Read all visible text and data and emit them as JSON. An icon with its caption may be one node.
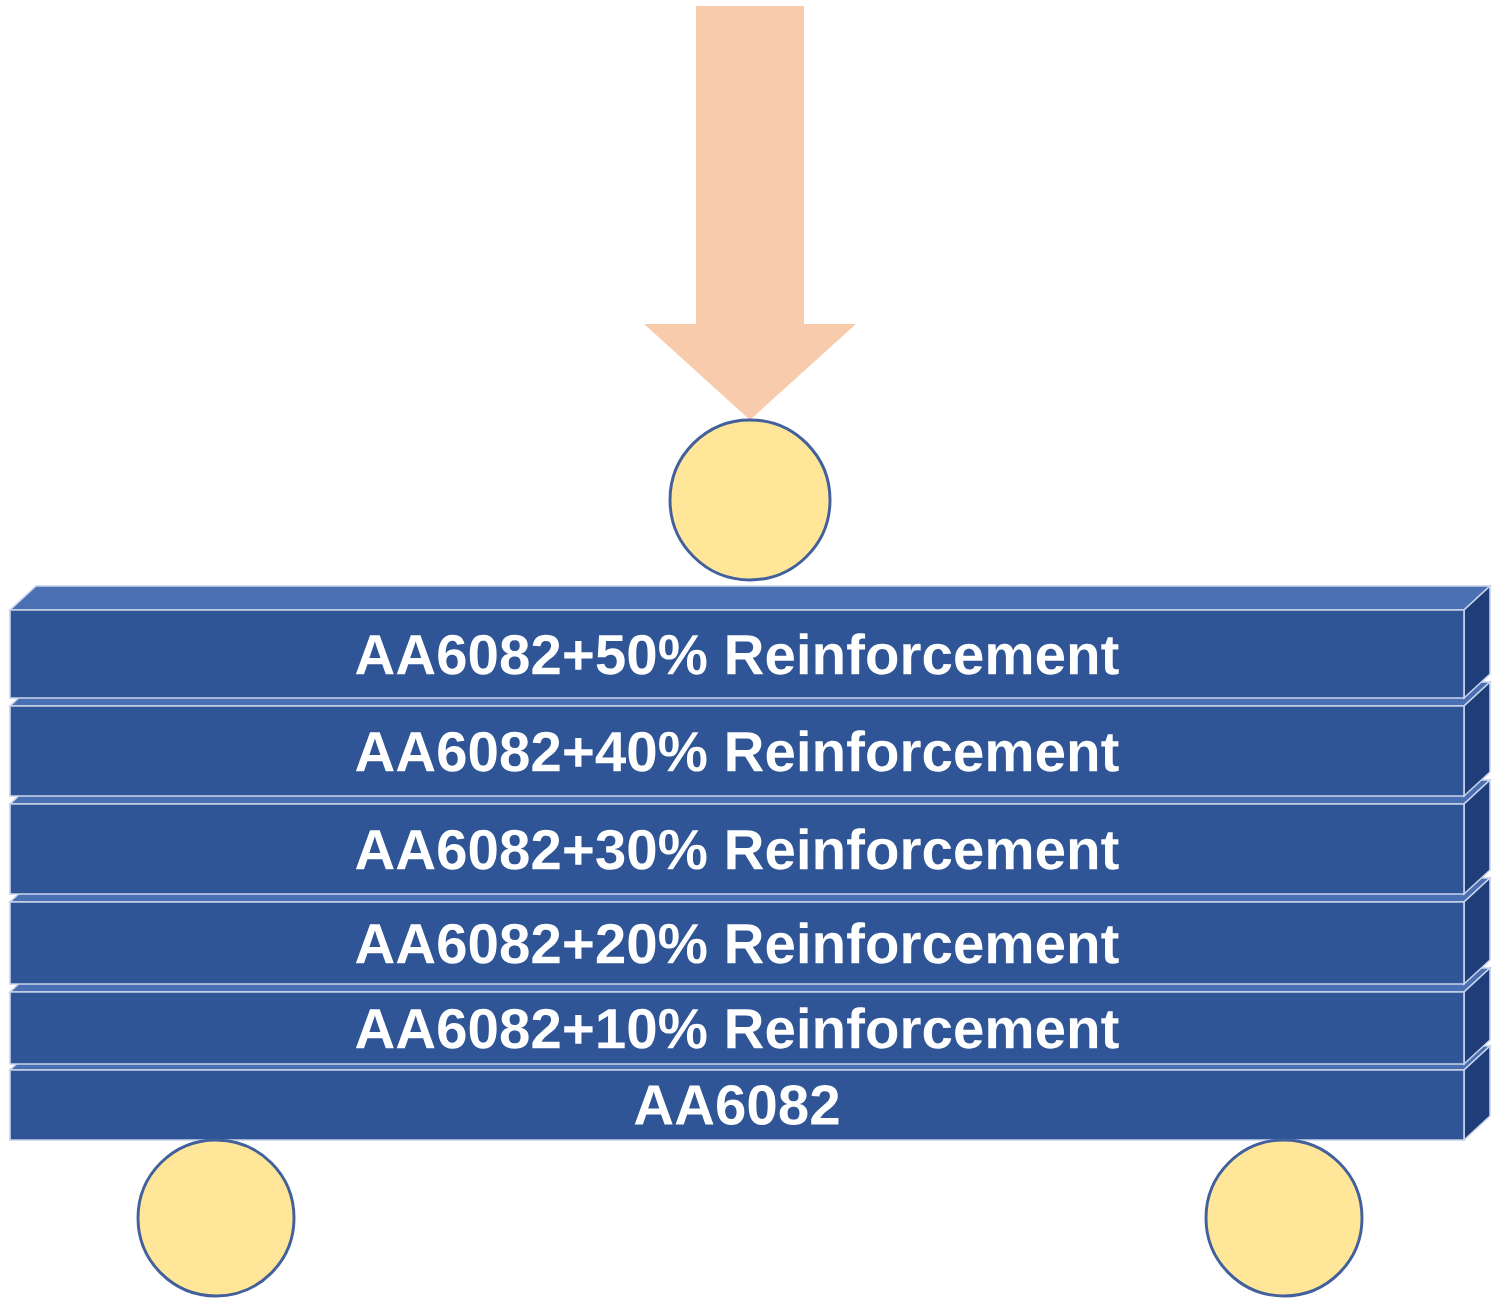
{
  "diagram": {
    "nodes": [
      {
        "text": [],
        "shape": "circle"
      },
      {
        "text": [
          "AA6082+50% Reinforcement"
        ]
      },
      {
        "text": [
          "AA6082+40% Reinforcement"
        ]
      },
      {
        "text": [
          "AA6082+30% Reinforcement"
        ]
      },
      {
        "text": [
          "AA6082+20% Reinforcement"
        ]
      },
      {
        "text": [
          "AA6082+10% Reinforcement"
        ]
      },
      {
        "text": [
          "AA6082"
        ]
      },
      {
        "text": [],
        "shape": "circle"
      },
      {
        "text": [],
        "shape": "circle"
      }
    ]
  }
}
